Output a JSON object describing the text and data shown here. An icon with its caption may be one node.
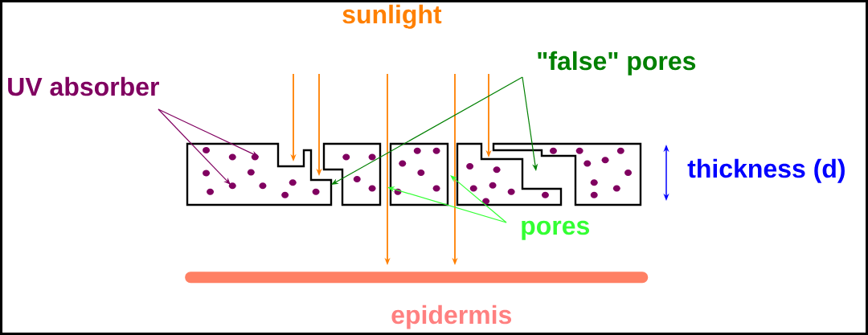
{
  "diagram": {
    "nodes": [
      {
        "text": [
          "sunlight"
        ]
      },
      {
        "text": [
          "UV absorber"
        ]
      },
      {
        "text": [
          "\"false\" pores"
        ]
      },
      {
        "text": [
          "thickness (d)"
        ]
      },
      {
        "text": [
          "pores"
        ]
      },
      {
        "text": [
          "epidermis"
        ]
      },
      {
        "text": [],
        "shape": "bar"
      },
      {
        "text": [],
        "shape": "box"
      },
      {
        "text": [],
        "shape": "box"
      },
      {
        "text": [],
        "shape": "box"
      },
      {
        "text": [],
        "shape": "box"
      }
    ],
    "edges": [
      {
        "from": null,
        "to": 7,
        "arrow": "to"
      },
      {
        "from": null,
        "to": 7,
        "arrow": "to"
      },
      {
        "from": null,
        "to": 6,
        "arrow": "to"
      },
      {
        "from": null,
        "to": 6,
        "arrow": "to"
      },
      {
        "from": null,
        "to": 10,
        "arrow": "to"
      },
      {
        "from": 1,
        "to": 7,
        "arrow": "to",
        "color": "#800060"
      },
      {
        "from": 1,
        "to": 7,
        "arrow": "to",
        "color": "#800060"
      },
      {
        "from": 2,
        "to": 7,
        "arrow": "to",
        "color": "#008000"
      },
      {
        "from": 2,
        "to": 10,
        "arrow": "to",
        "color": "#008000"
      },
      {
        "from": 4,
        "to": 9,
        "arrow": "to",
        "color": "#33ff33"
      },
      {
        "from": 4,
        "to": 9,
        "arrow": "to",
        "color": "#33ff33"
      }
    ]
  }
}
